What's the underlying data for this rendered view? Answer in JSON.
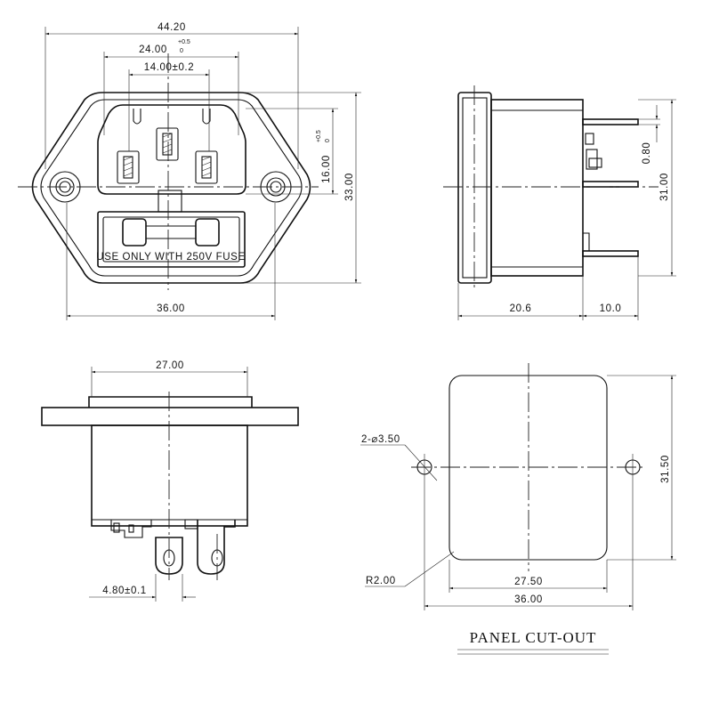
{
  "front_view": {
    "dim_overall_width": "44.20",
    "dim_socket_width": "24.00",
    "dim_socket_width_tol_upper": "+0.5",
    "dim_socket_width_tol_lower": "0",
    "dim_pin_spacing": "14.00±0.2",
    "dim_socket_height": "16.00",
    "dim_socket_height_tol_upper": "+0.5",
    "dim_socket_height_tol_lower": "0",
    "dim_overall_height": "33.00",
    "dim_body_width": "36.00",
    "fuse_label": "USE  ONLY  WITH  250V  FUSE"
  },
  "side_view": {
    "dim_tab_thickness": "0.80",
    "dim_height": "31.00",
    "dim_body_depth": "20.6",
    "dim_terminal_length": "10.0"
  },
  "bottom_view": {
    "dim_width": "27.00",
    "dim_terminal_offset": "4.80±0.1"
  },
  "panel_cutout": {
    "dim_holes": "2-⌀3.50",
    "dim_height": "31.50",
    "dim_radius": "R2.00",
    "dim_inner_width": "27.50",
    "dim_outer_width": "36.00",
    "title": "PANEL  CUT-OUT"
  }
}
